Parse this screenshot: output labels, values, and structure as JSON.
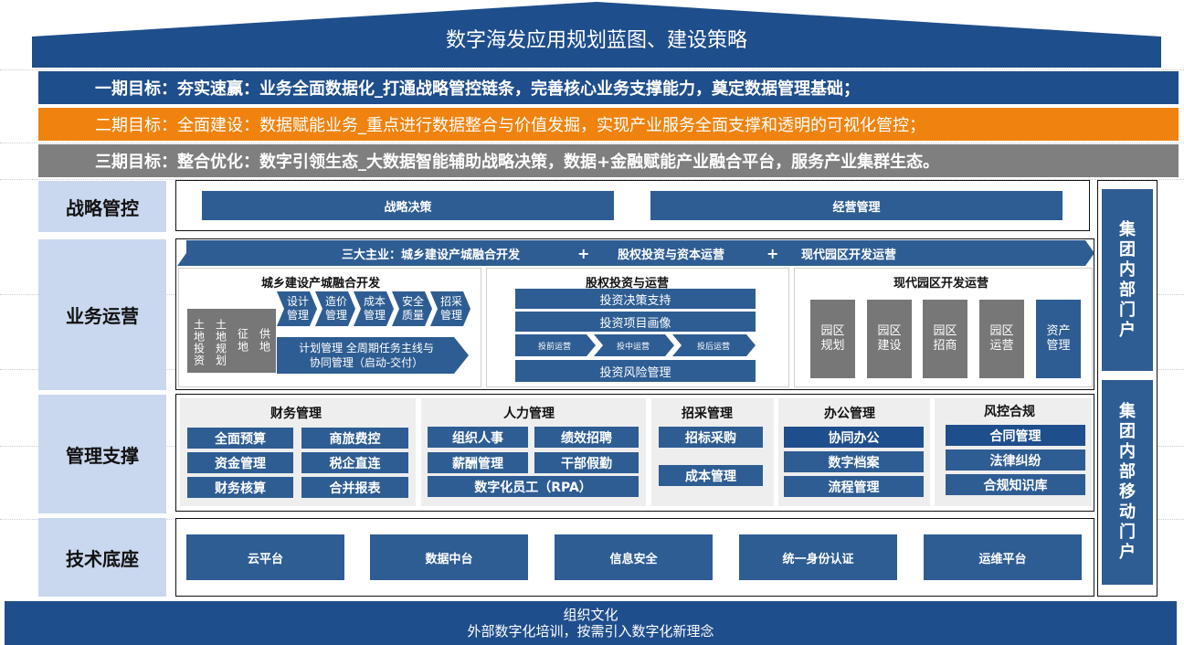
{
  "header": {
    "title": "数字海发应用规划蓝图、建设策略"
  },
  "goals": [
    "一期目标：夯实速赢：业务全面数据化_打通战略管控链条，完善核心业务支撑能力，奠定数据管理基础；",
    "二期目标：全面建设：数据赋能业务_重点进行数据整合与价值发掘，实现产业服务全面支撑和透明的可视化管控；",
    "三期目标：整合优化：数字引领生态_大数据智能辅助战略决策，数据+金融赋能产业融合平台，服务产业集群生态。"
  ],
  "rows": {
    "strategy": "战略管控",
    "business": "业务运营",
    "management": "管理支撑",
    "tech": "技术底座"
  },
  "strategy": {
    "items": [
      "战略决策",
      "经营管理"
    ]
  },
  "business": {
    "banner": {
      "prefix": "三大主业：城乡建设产城融合开发",
      "plus": "+",
      "mid": "股权投资与资本运营",
      "end": "现代园区开发运营"
    },
    "urban": {
      "title": "城乡建设产城融合开发",
      "vertical": [
        "土地投资",
        "土地规划",
        "征地",
        "供地"
      ],
      "chevrons": [
        [
          "设计",
          "管理"
        ],
        [
          "造价",
          "管理"
        ],
        [
          "成本",
          "管理"
        ],
        [
          "安全",
          "质量"
        ],
        [
          "招采",
          "管理"
        ]
      ],
      "plan_line1": "计划管理  全周期任务主线与",
      "plan_line2": "协同管理（启动-交付）"
    },
    "equity": {
      "title": "股权投资与运营",
      "items": [
        "投资决策支持",
        "投资项目画像"
      ],
      "stages": [
        "投前运营",
        "投中运营",
        "投后运营"
      ],
      "risk": "投资风险管理"
    },
    "park": {
      "title": "现代园区开发运营",
      "items": [
        [
          "园区",
          "规划"
        ],
        [
          "园区",
          "建设"
        ],
        [
          "园区",
          "招商"
        ],
        [
          "园区",
          "运营"
        ],
        [
          "资产",
          "管理"
        ]
      ]
    }
  },
  "management": {
    "finance": {
      "title": "财务管理",
      "items": [
        "全面预算",
        "商旅费控",
        "资金管理",
        "税企直连",
        "财务核算",
        "合并报表"
      ]
    },
    "hr": {
      "title": "人力管理",
      "items": [
        "组织人事",
        "绩效招聘",
        "薪酬管理",
        "干部假勤"
      ],
      "wide": "数字化员工（RPA）"
    },
    "procurement": {
      "title": "招采管理",
      "items": [
        "招标采购",
        "成本管理"
      ]
    },
    "office": {
      "title": "办公管理",
      "items": [
        "协同办公",
        "数字档案",
        "流程管理"
      ]
    },
    "risk": {
      "title": "风控合规",
      "items": [
        "合同管理",
        "法律纠纷",
        "合规知识库"
      ]
    }
  },
  "tech": {
    "items": [
      "云平台",
      "数据中台",
      "信息安全",
      "统一身份认证",
      "运维平台"
    ]
  },
  "portals": {
    "internal": [
      "集",
      "团",
      "内",
      "部",
      "门",
      "户"
    ],
    "mobile": [
      "集",
      "团",
      "内",
      "部",
      "移",
      "动",
      "门",
      "户"
    ]
  },
  "footer": {
    "line1": "组织文化",
    "line2": "外部数字化培训，按需引入数字化新理念"
  },
  "colors": {
    "navy": "#1f4e8c",
    "blue": "#2e5d93",
    "orange": "#f0830f",
    "gray": "#7f7f7f",
    "label_bg": "#c9d8ef"
  }
}
